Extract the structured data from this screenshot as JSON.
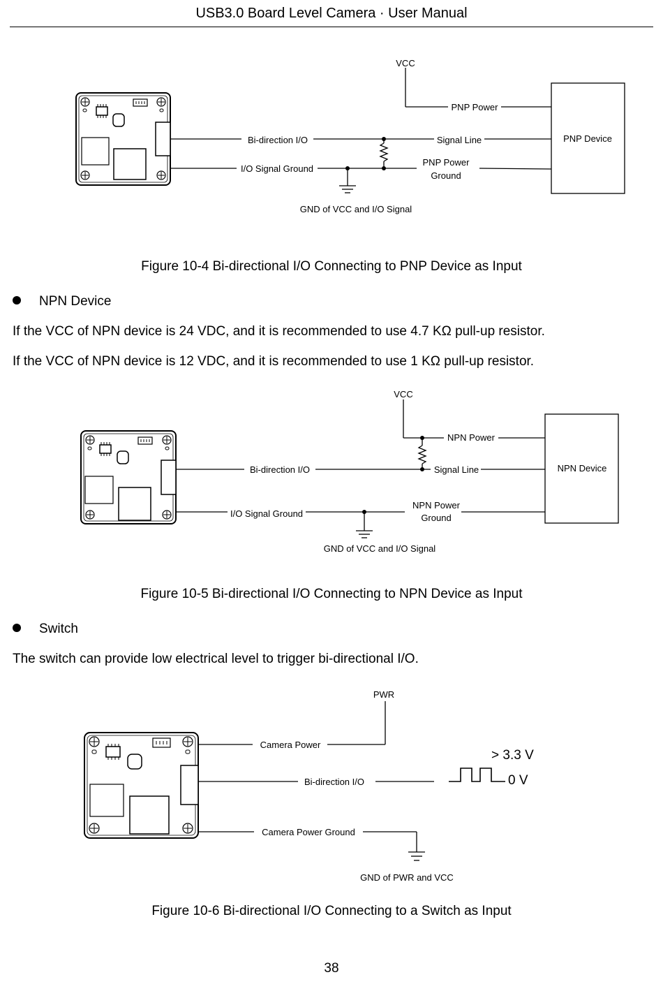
{
  "header": {
    "title": "USB3.0 Board Level Camera",
    "separator": "·",
    "subtitle": "User Manual"
  },
  "figures": [
    {
      "caption": "Figure 10-4  Bi-directional I/O Connecting to PNP Device as Input",
      "labels": {
        "vcc": "VCC",
        "device_power": "PNP Power",
        "device_box": "PNP Device",
        "bidirection_io": "Bi-direction I/O",
        "signal_line": "Signal Line",
        "io_ground": "I/O Signal Ground",
        "device_ground_1": "PNP Power",
        "device_ground_2": "Ground",
        "gnd_note": "GND of VCC and I/O Signal"
      }
    },
    {
      "caption": "Figure 10-5  Bi-directional I/O Connecting to NPN Device as Input",
      "labels": {
        "vcc": "VCC",
        "device_power": "NPN Power",
        "device_box": "NPN Device",
        "bidirection_io": "Bi-direction I/O",
        "signal_line": "Signal Line",
        "io_ground": "I/O Signal Ground",
        "device_ground_1": "NPN Power",
        "device_ground_2": "Ground",
        "gnd_note": "GND of VCC and I/O Signal"
      }
    },
    {
      "caption": "Figure 10-6  Bi-directional I/O Connecting to a Switch as Input",
      "labels": {
        "pwr": "PWR",
        "camera_power": "Camera Power",
        "bidirection_io": "Bi-direction I/O",
        "camera_power_ground": "Camera Power Ground",
        "gnd_note": "GND of PWR and VCC",
        "high_level": "> 3.3 V",
        "low_level": "0 V"
      }
    }
  ],
  "npn_section": {
    "heading": "NPN Device",
    "line1": "If the VCC of NPN device is 24 VDC, and it is recommended to use 4.7 KΩ pull-up resistor.",
    "line2": "If the VCC of NPN device is 12 VDC, and it is recommended to use 1 KΩ pull-up resistor."
  },
  "switch_section": {
    "heading": "Switch",
    "line1": "The switch can provide low electrical level to trigger bi-directional I/O."
  },
  "page_number": "38"
}
